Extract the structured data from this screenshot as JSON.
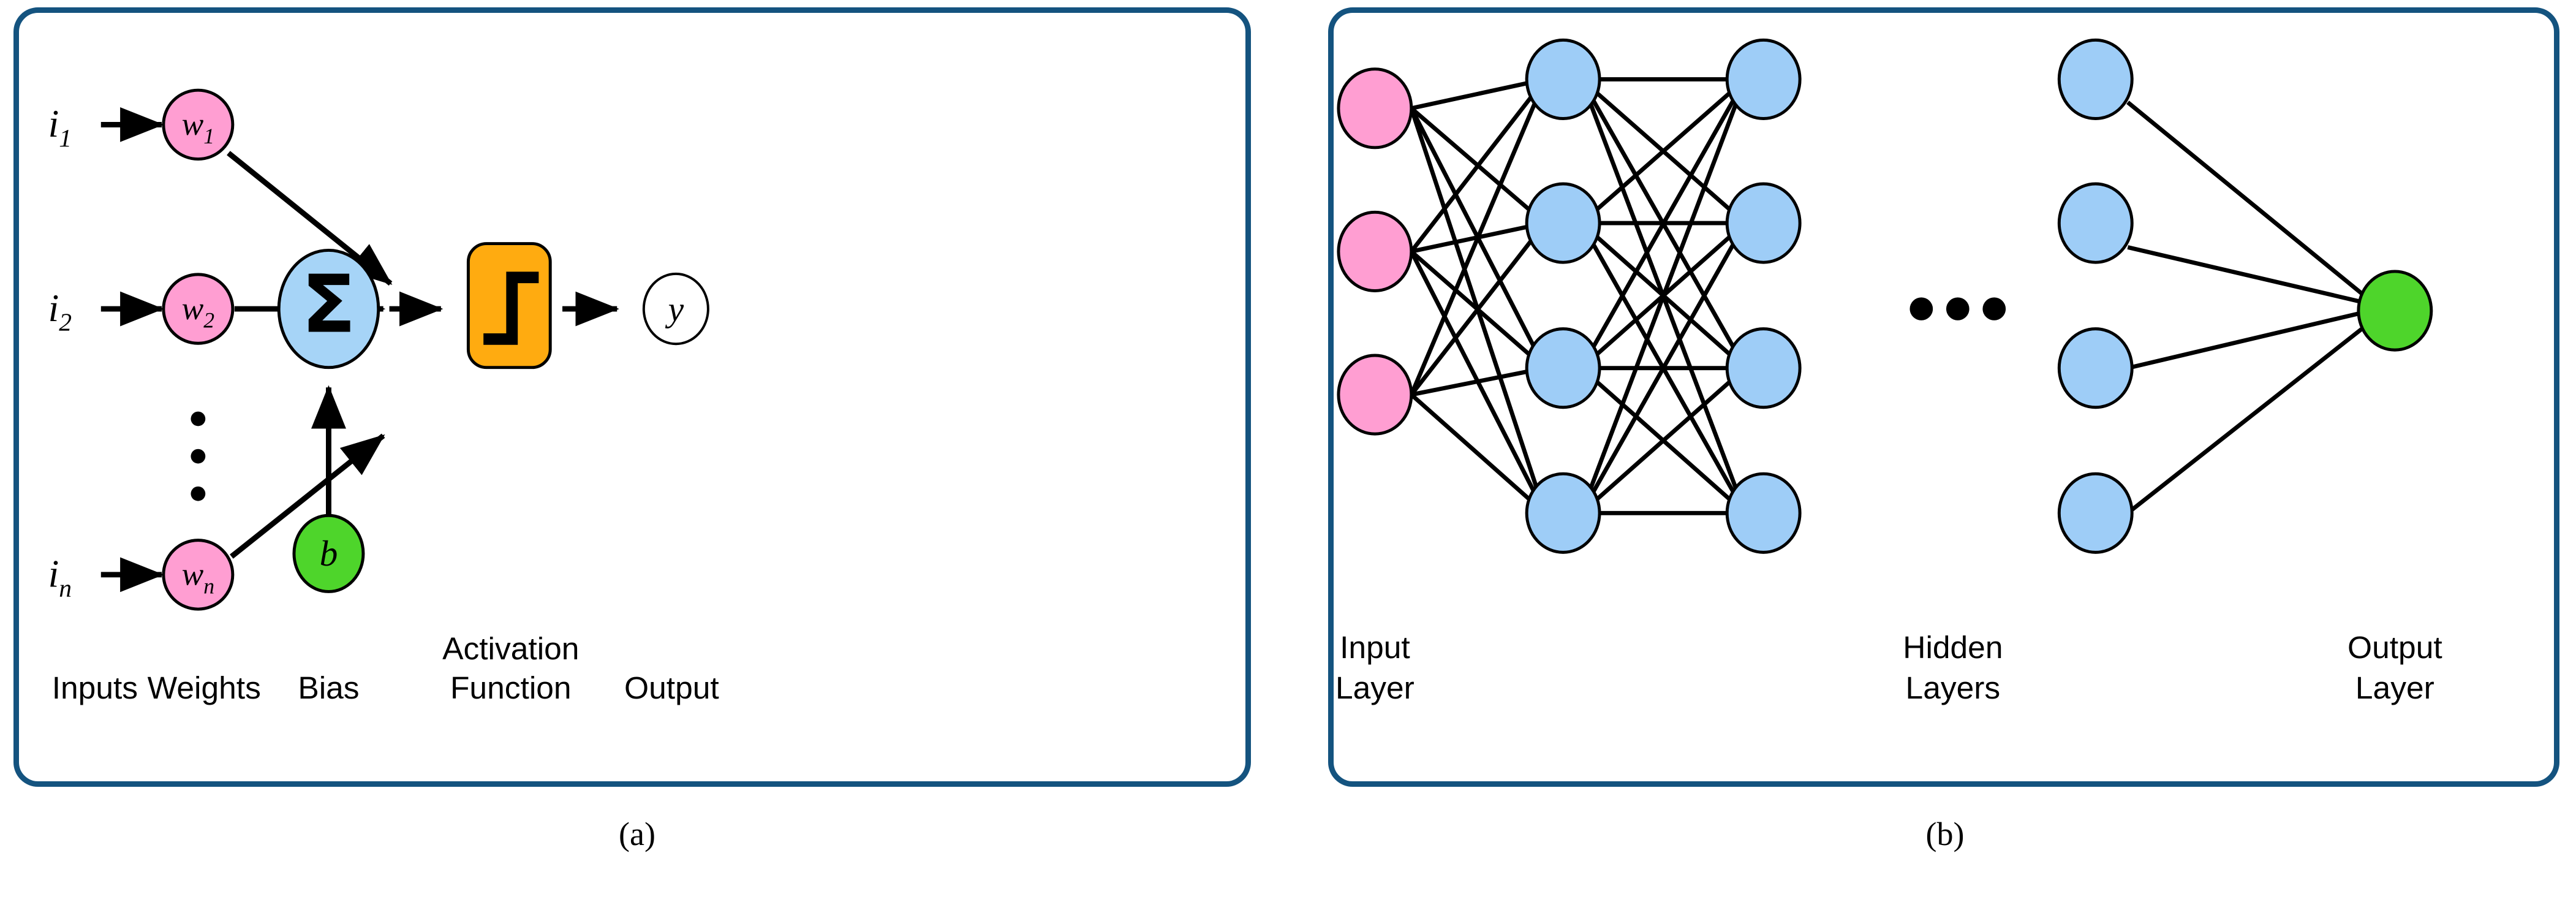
{
  "figure": {
    "background_color": "#ffffff",
    "panel_border_color": "#14537f"
  },
  "colors": {
    "weight_node": "#ff9ed2",
    "sum_node": "#a6d4f7",
    "bias_node": "#4ed52b",
    "activation_box": "#ffab10",
    "output_node": "#ffffff",
    "input_node": "#ff9ed2",
    "hidden_node": "#9ecdf7",
    "output_layer_node": "#4ed52b",
    "edge": "#000000",
    "node_outline": "#000000"
  },
  "panel_a": {
    "caption": "(a)",
    "inputs": [
      {
        "label": "i",
        "subscript": "1"
      },
      {
        "label": "i",
        "subscript": "2"
      },
      {
        "label": "i",
        "subscript": "n"
      }
    ],
    "weights": [
      {
        "label": "w",
        "subscript": "1"
      },
      {
        "label": "w",
        "subscript": "2"
      },
      {
        "label": "w",
        "subscript": "n"
      }
    ],
    "vertical_ellipsis": "⋮",
    "sum_node": {
      "symbol": "Σ"
    },
    "bias_node": {
      "label": "b"
    },
    "activation_box": {
      "icon": "step-function-icon"
    },
    "output_node": {
      "label": "y"
    },
    "axis_labels": [
      "Inputs",
      "Weights",
      "Bias",
      "Activation\nFunction",
      "Output"
    ],
    "label_inputs": "Inputs",
    "label_weights": "Weights",
    "label_bias": "Bias",
    "label_activation_line1": "Activation",
    "label_activation_line2": "Function",
    "label_output": "Output"
  },
  "panel_b": {
    "caption": "(b)",
    "layers": [
      {
        "name": "input-layer",
        "node_count": 3,
        "color": "#ff9ed2"
      },
      {
        "name": "hidden-layer-1",
        "node_count": 4,
        "color": "#9ecdf7"
      },
      {
        "name": "hidden-layer-2",
        "node_count": 4,
        "color": "#9ecdf7"
      },
      {
        "name": "hidden-layer-last",
        "node_count": 4,
        "color": "#9ecdf7"
      },
      {
        "name": "output-layer",
        "node_count": 1,
        "color": "#4ed52b"
      }
    ],
    "ellipsis": "•••",
    "ellipsis_dot_count": 3,
    "label_input_line1": "Input",
    "label_input_line2": "Layer",
    "label_hidden_line1": "Hidden",
    "label_hidden_line2": "Layers",
    "label_output_line1": "Output",
    "label_output_line2": "Layer"
  }
}
